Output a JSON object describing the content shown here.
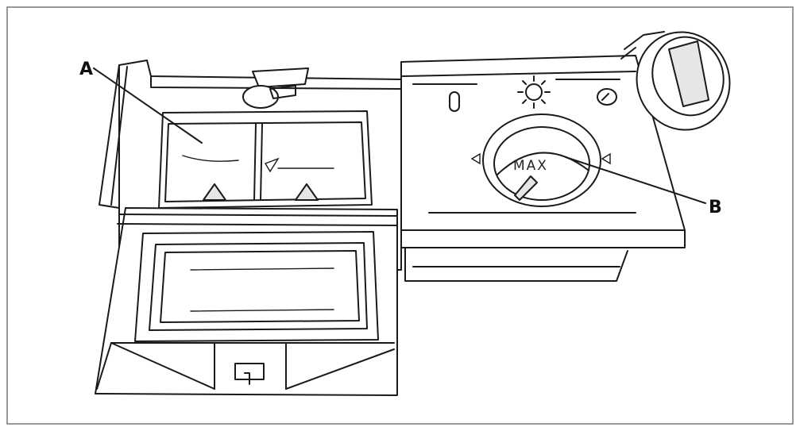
{
  "figure": {
    "labels": {
      "a": "A",
      "b": "B"
    },
    "dial_text": "MAX"
  }
}
